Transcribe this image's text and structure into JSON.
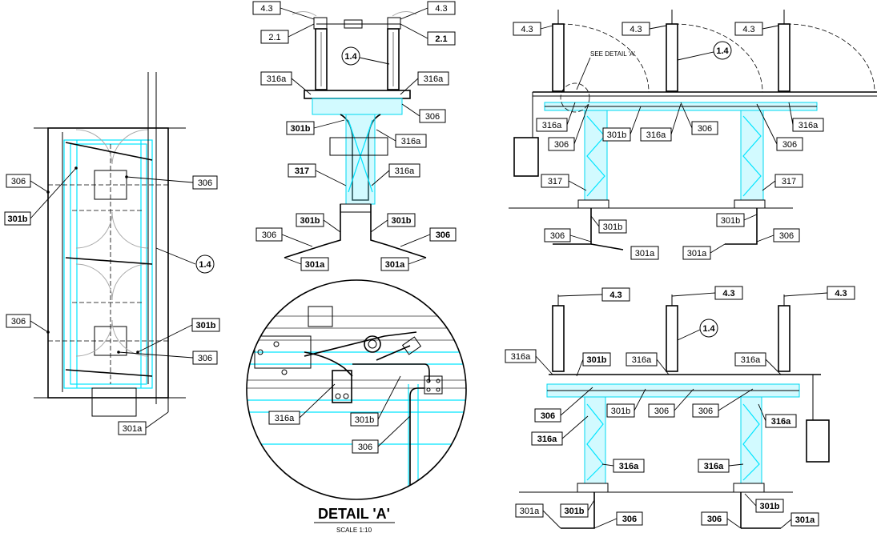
{
  "detail": {
    "title": "DETAIL 'A'",
    "scale": "SCALE 1:10",
    "see_note": "SEE DETAIL 'A'"
  },
  "plan_view": {
    "tags": [
      "306",
      "306",
      "301b",
      "306",
      "301b",
      "306",
      "301a"
    ],
    "circle": "1.4"
  },
  "end_view": {
    "tags": [
      "4.3",
      "4.3",
      "2.1",
      "2.1",
      "316a",
      "316a",
      "306",
      "301b",
      "316a",
      "317",
      "316a",
      "301b",
      "301b",
      "306",
      "306",
      "301a",
      "301a"
    ],
    "circle": "1.4"
  },
  "detail_view": {
    "tags": [
      "316a",
      "301b",
      "306"
    ]
  },
  "side_view_top": {
    "tags": [
      "4.3",
      "4.3",
      "4.3",
      "316a",
      "306",
      "301b",
      "316a",
      "306",
      "316a",
      "306",
      "317",
      "317",
      "301b",
      "301b",
      "306",
      "301a",
      "301a",
      "306"
    ],
    "circle": "1.4"
  },
  "side_view_bottom": {
    "tags": [
      "4.3",
      "4.3",
      "4.3",
      "316a",
      "301b",
      "316a",
      "316a",
      "306",
      "301b",
      "306",
      "306",
      "316a",
      "316a",
      "316a",
      "316a",
      "301a",
      "301b",
      "306",
      "306",
      "301b",
      "301a"
    ],
    "circle": "1.4"
  }
}
